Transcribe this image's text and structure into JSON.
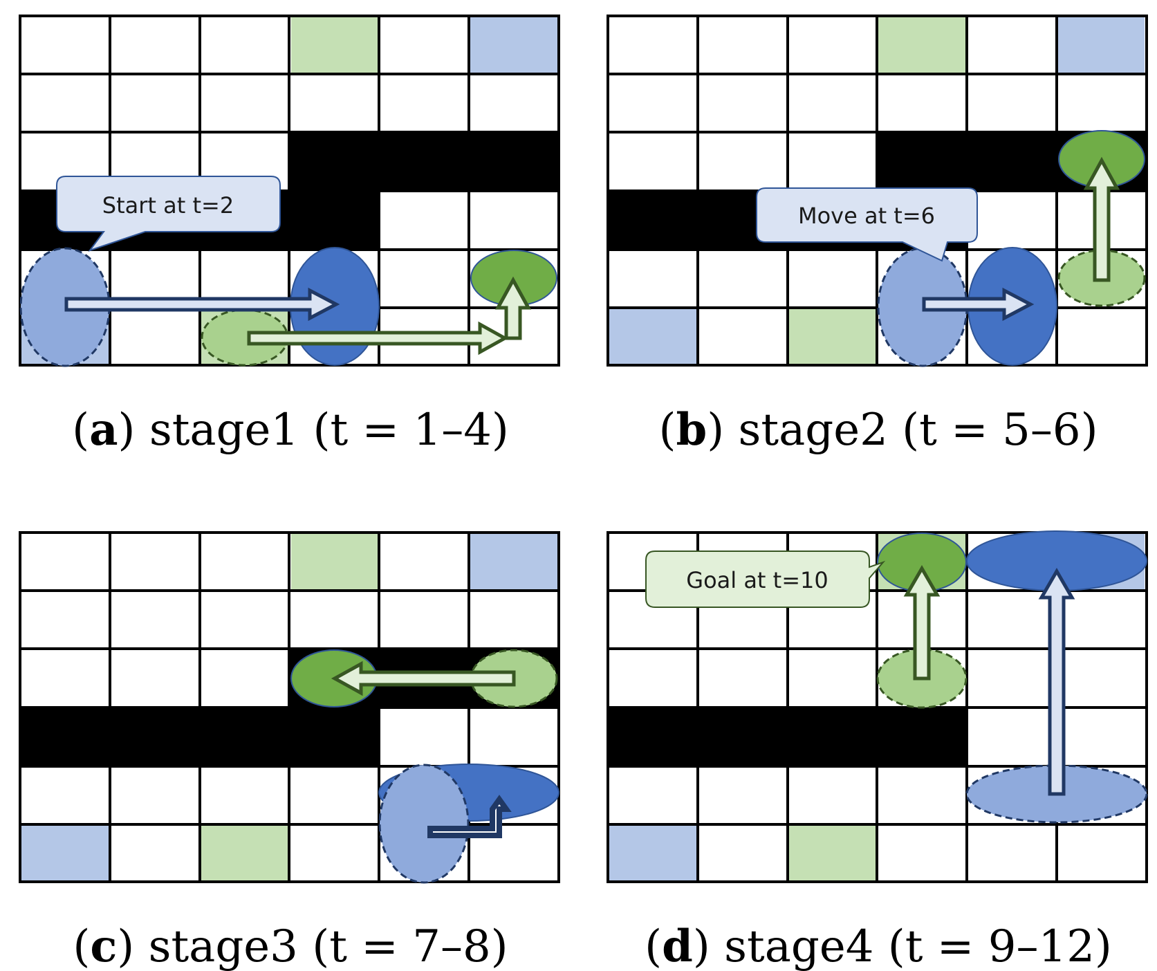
{
  "colors": {
    "blue_dark": "#4472c4",
    "blue_light": "#8faadc",
    "blue_pale": "#b4c7e7",
    "green_dark": "#70ad47",
    "green_light": "#a9d18e",
    "green_pale": "#c5e0b4",
    "wall": "#000000",
    "grid_line": "#000000",
    "callout_blue_fill": "#dae3f3",
    "callout_blue_stroke": "#2f5597",
    "callout_green_fill": "#e2f0d9",
    "callout_green_stroke": "#375623",
    "arrow_blue_fill": "#dae3f3",
    "arrow_blue_stroke": "#203864",
    "arrow_green_fill": "#e2f0d9",
    "arrow_green_stroke": "#385723"
  },
  "grid": {
    "cols": 6,
    "rows": 6
  },
  "panels": [
    {
      "id": "a",
      "caption_letter": "a",
      "caption_rest": " stage1 (t = 1–4)",
      "walls": [
        [
          0,
          2,
          3
        ],
        [
          0,
          3,
          5
        ],
        [
          1,
          3,
          3
        ],
        [
          1,
          3,
          4
        ],
        [
          1,
          3,
          5
        ],
        [
          2,
          2,
          4
        ],
        [
          2,
          2,
          5
        ],
        [
          2,
          3,
          2
        ]
      ],
      "cells": [
        {
          "col": 3,
          "row": 0,
          "color": "green_pale"
        },
        {
          "col": 5,
          "row": 0,
          "color": "blue_pale"
        },
        {
          "col": 0,
          "row": 5,
          "color": "blue_pale"
        },
        {
          "col": 2,
          "row": 5,
          "color": "green_pale"
        }
      ],
      "callout": {
        "text": "Start at t=2",
        "style": "blue"
      }
    },
    {
      "id": "b",
      "caption_letter": "b",
      "caption_rest": " stage2 (t = 5–6)",
      "callout": {
        "text": "Move at t=6",
        "style": "blue"
      }
    },
    {
      "id": "c",
      "caption_letter": "c",
      "caption_rest": " stage3 (t = 7–8)"
    },
    {
      "id": "d",
      "caption_letter": "d",
      "caption_rest": " stage4 (t = 9–12)",
      "callout": {
        "text": "Goal at t=10",
        "style": "green"
      }
    }
  ]
}
